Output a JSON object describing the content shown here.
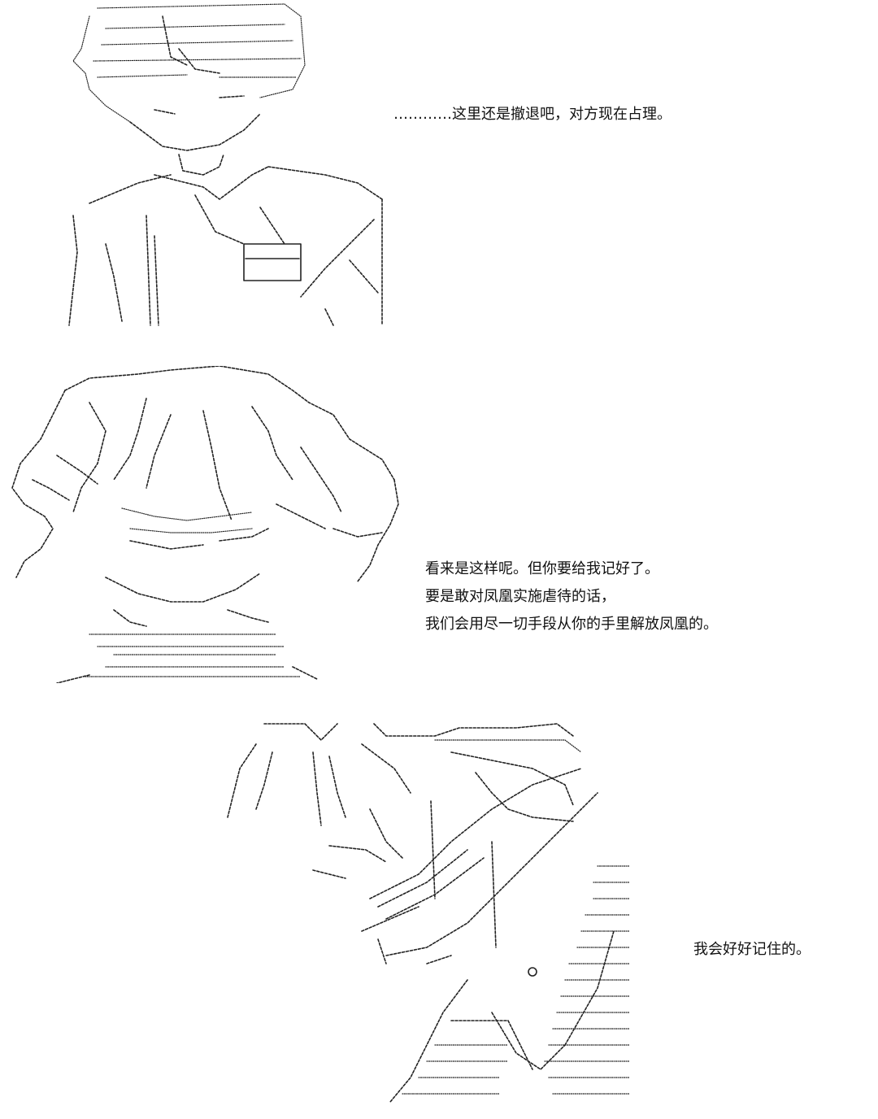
{
  "panels": [
    {
      "art_subject": "boy-in-school-uniform-ascii-art",
      "lines": [
        "…………这里还是撤退吧，对方现在占理。"
      ]
    },
    {
      "art_subject": "girl-with-fluffy-hair-ascii-art",
      "lines": [
        "看来是这样呢。但你要给我记好了。",
        "要是敢对凤凰实施虐待的话，",
        "我们会用尽一切手段从你的手里解放凤凰的。"
      ]
    },
    {
      "art_subject": "figure-turning-away-ascii-art",
      "lines": [
        "我会好好记住的。"
      ]
    }
  ]
}
